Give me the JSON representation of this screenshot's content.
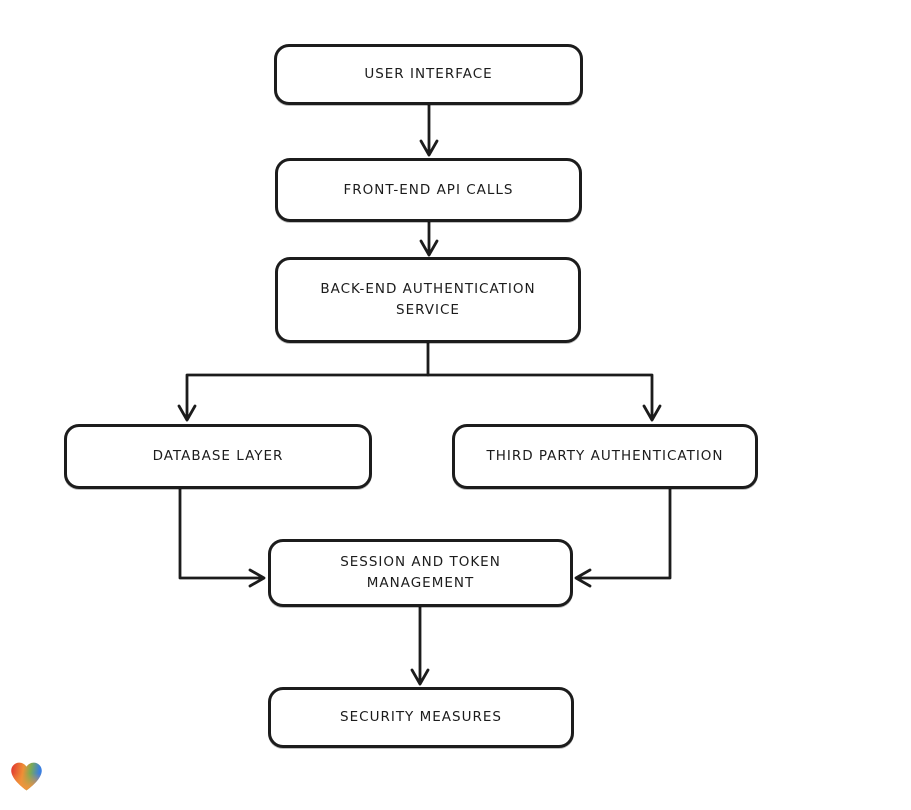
{
  "colors": {
    "stroke": "#1c1c1c",
    "node_fill": "#ffffff",
    "background": "#ffffff"
  },
  "nodes": {
    "user_interface": {
      "label": "USER INTERFACE"
    },
    "front_end_api_calls": {
      "label": "FRONT-END API CALLS"
    },
    "back_end_authentication_service": {
      "label": "BACK-END AUTHENTICATION\nSERVICE"
    },
    "database_layer": {
      "label": "DATABASE LAYER"
    },
    "third_party_authentication": {
      "label": "THIRD PARTY AUTHENTICATION"
    },
    "session_and_token_management": {
      "label": "SESSION AND TOKEN\nMANAGEMENT"
    },
    "security_measures": {
      "label": "SECURITY MEASURES"
    }
  },
  "edges": [
    {
      "from": "user_interface",
      "to": "front_end_api_calls"
    },
    {
      "from": "front_end_api_calls",
      "to": "back_end_authentication_service"
    },
    {
      "from": "back_end_authentication_service",
      "to": "database_layer"
    },
    {
      "from": "back_end_authentication_service",
      "to": "third_party_authentication"
    },
    {
      "from": "database_layer",
      "to": "session_and_token_management"
    },
    {
      "from": "third_party_authentication",
      "to": "session_and_token_management"
    },
    {
      "from": "session_and_token_management",
      "to": "security_measures"
    }
  ],
  "logo": {
    "name": "heart-logo",
    "colors": [
      "#e03330",
      "#ef8f35",
      "#7cab53",
      "#3a7fe0"
    ]
  }
}
